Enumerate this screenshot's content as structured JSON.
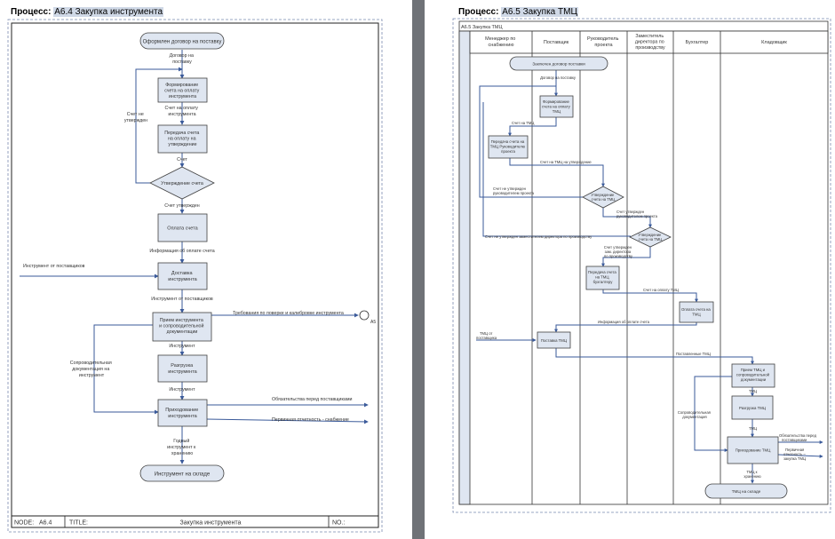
{
  "left": {
    "title_prefix": "Процесс:",
    "title_value": "А6.4 Закупка  инструмента",
    "nodes": {
      "start": "Оформлен договор на поставку",
      "form_invoice": [
        "Формирование",
        "счета на оплату",
        "инструмента"
      ],
      "send_invoice": [
        "Передача счета",
        "на оплату на",
        "утверждение"
      ],
      "decision": "Утверждение счета",
      "pay": "Оплата счета",
      "delivery": [
        "Доставка",
        "инструмента"
      ],
      "receive": [
        "Прием инструмента",
        "и сопроводительной",
        "документации"
      ],
      "unload": [
        "Разгрузка",
        "инструмента"
      ],
      "intake": [
        "Приходование",
        "инструмента"
      ],
      "end": "Инструмент на складе"
    },
    "labels": {
      "contract": [
        "Договор на",
        "поставку"
      ],
      "invoice_to_pay": [
        "Счет на оплату",
        "инструмента"
      ],
      "invoice": "Счет",
      "not_approved": [
        "Счет не",
        "утвержден"
      ],
      "approved": "Счет утвержден",
      "payment_info": "Информация об оплате счета",
      "tool_from_supplier_in": "Инструмент от поставщиков",
      "tool_from_supplier": "Инструмент от поставщиков",
      "requirements": "Требования по поверке и калибровке инструмента",
      "connector": "А5",
      "tool1": "Инструмент",
      "tool2": "Инструмент",
      "accompanying": [
        "Сопроводительная",
        "документация на",
        "инструмент"
      ],
      "supplier_obligations": "Обязательства перед поставщиками",
      "primary_reporting": "Первичная отчетность - снабжение",
      "fit_tool": [
        "Годный",
        "инструмент к",
        "хранению"
      ]
    },
    "footer": {
      "node_label": "NODE:",
      "node_value": "А6.4",
      "title_label": "TITLE:",
      "title_value": "Закупка инструмента",
      "no_label": "NO.:"
    }
  },
  "right": {
    "title_prefix": "Процесс:",
    "title_value": "А6.5 Закупка  ТМЦ",
    "pool_name": "А6.5 Закупка ТМЦ",
    "lanes": [
      [
        "Менеджер по",
        "снабжению"
      ],
      [
        "Поставщик"
      ],
      [
        "Руководитель",
        "проекта"
      ],
      [
        "Заместитель",
        "директора по",
        "производству"
      ],
      [
        "Бухгалтер"
      ],
      [
        "Кладовщик"
      ]
    ],
    "nodes": {
      "start": "Заключен договор поставки",
      "form_invoice": [
        "Формирование",
        "счета на оплату",
        "ТМЦ"
      ],
      "send_invoice": [
        "Передача счета на",
        "ТМЦ Руководителю",
        "проекта"
      ],
      "approve_pm": [
        "Утверждение",
        "счета на ТМЦ"
      ],
      "approve_dep": [
        "Утверждение",
        "счета на ТМЦ"
      ],
      "send_acc": [
        "Передача счета",
        "на ТМЦ",
        "бухгалтеру"
      ],
      "pay": [
        "Оплата счета на",
        "ТМЦ"
      ],
      "deliver": "Поставка ТМЦ",
      "receive": [
        "Прием ТМЦ и",
        "сопроводительной",
        "документации"
      ],
      "unload": "Разгрузка ТМЦ",
      "intake": "Приходование ТМЦ",
      "end": "ТМЦ на складе"
    },
    "labels": {
      "contract": "Договор на поставку",
      "invoice": "Счет на ТМЦ",
      "invoice_approval": "Счет на ТМЦ на утверждение",
      "not_approved_pm": [
        "Счет не утвержден",
        "руководителем проекта"
      ],
      "approved_pm": [
        "Счет утвержден",
        "руководителем проекта"
      ],
      "not_approved_dep": "Счет не утвержден заместителем директора по производству",
      "approved_dep": [
        "Счет утвержден",
        "зам. директора",
        "по производству"
      ],
      "invoice_payment": "Счет на оплату ТМЦ",
      "payment_info": "Информация об оплате счета",
      "tmc_from_supplier": [
        "ТМЦ от",
        "поставщика"
      ],
      "delivered": "Поставленные ТМЦ",
      "tmc1": "ТМЦ",
      "tmc2": "ТМЦ",
      "accompanying": [
        "Сопроводительная",
        "документация"
      ],
      "obligations": [
        "Обязательства перед",
        "поставщиками"
      ],
      "primary": [
        "Первичная",
        "отчетность –",
        "закупка ТМЦ"
      ],
      "fit_tmc": [
        "ТМЦ к",
        "хранению"
      ]
    }
  }
}
